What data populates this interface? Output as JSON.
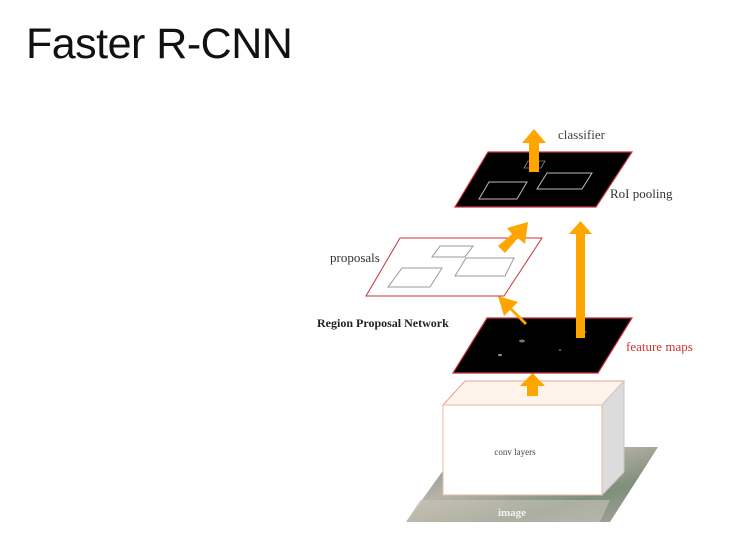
{
  "slide": {
    "title": "Faster R-CNN"
  },
  "diagram": {
    "labels": {
      "classifier": "classifier",
      "roi_pooling": "RoI pooling",
      "proposals": "proposals",
      "rpn": "Region Proposal Network",
      "feature_maps": "feature maps",
      "conv_layers": "conv layers",
      "image": "image"
    },
    "colors": {
      "arrow": "#FFA500",
      "layer_border": "#C8323C",
      "feature_map_fill": "#000000",
      "feature_maps_text": "#D0352F",
      "text": "#333333"
    }
  }
}
